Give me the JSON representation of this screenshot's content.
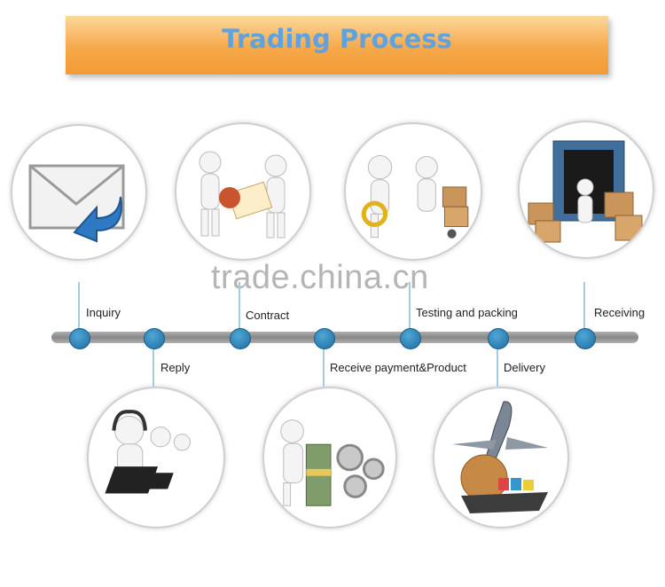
{
  "title": "Trading Process",
  "watermark": "trade.china.cn",
  "steps": [
    {
      "label": "Inquiry"
    },
    {
      "label": "Reply"
    },
    {
      "label": "Contract"
    },
    {
      "label": "Receive payment&Product"
    },
    {
      "label": "Testing and packing"
    },
    {
      "label": "Delivery"
    },
    {
      "label": "Receiving"
    }
  ],
  "colors": {
    "banner": "#f6a94a",
    "title": "#5fa2dd",
    "node": "#2b86bd",
    "line": "#999999"
  }
}
